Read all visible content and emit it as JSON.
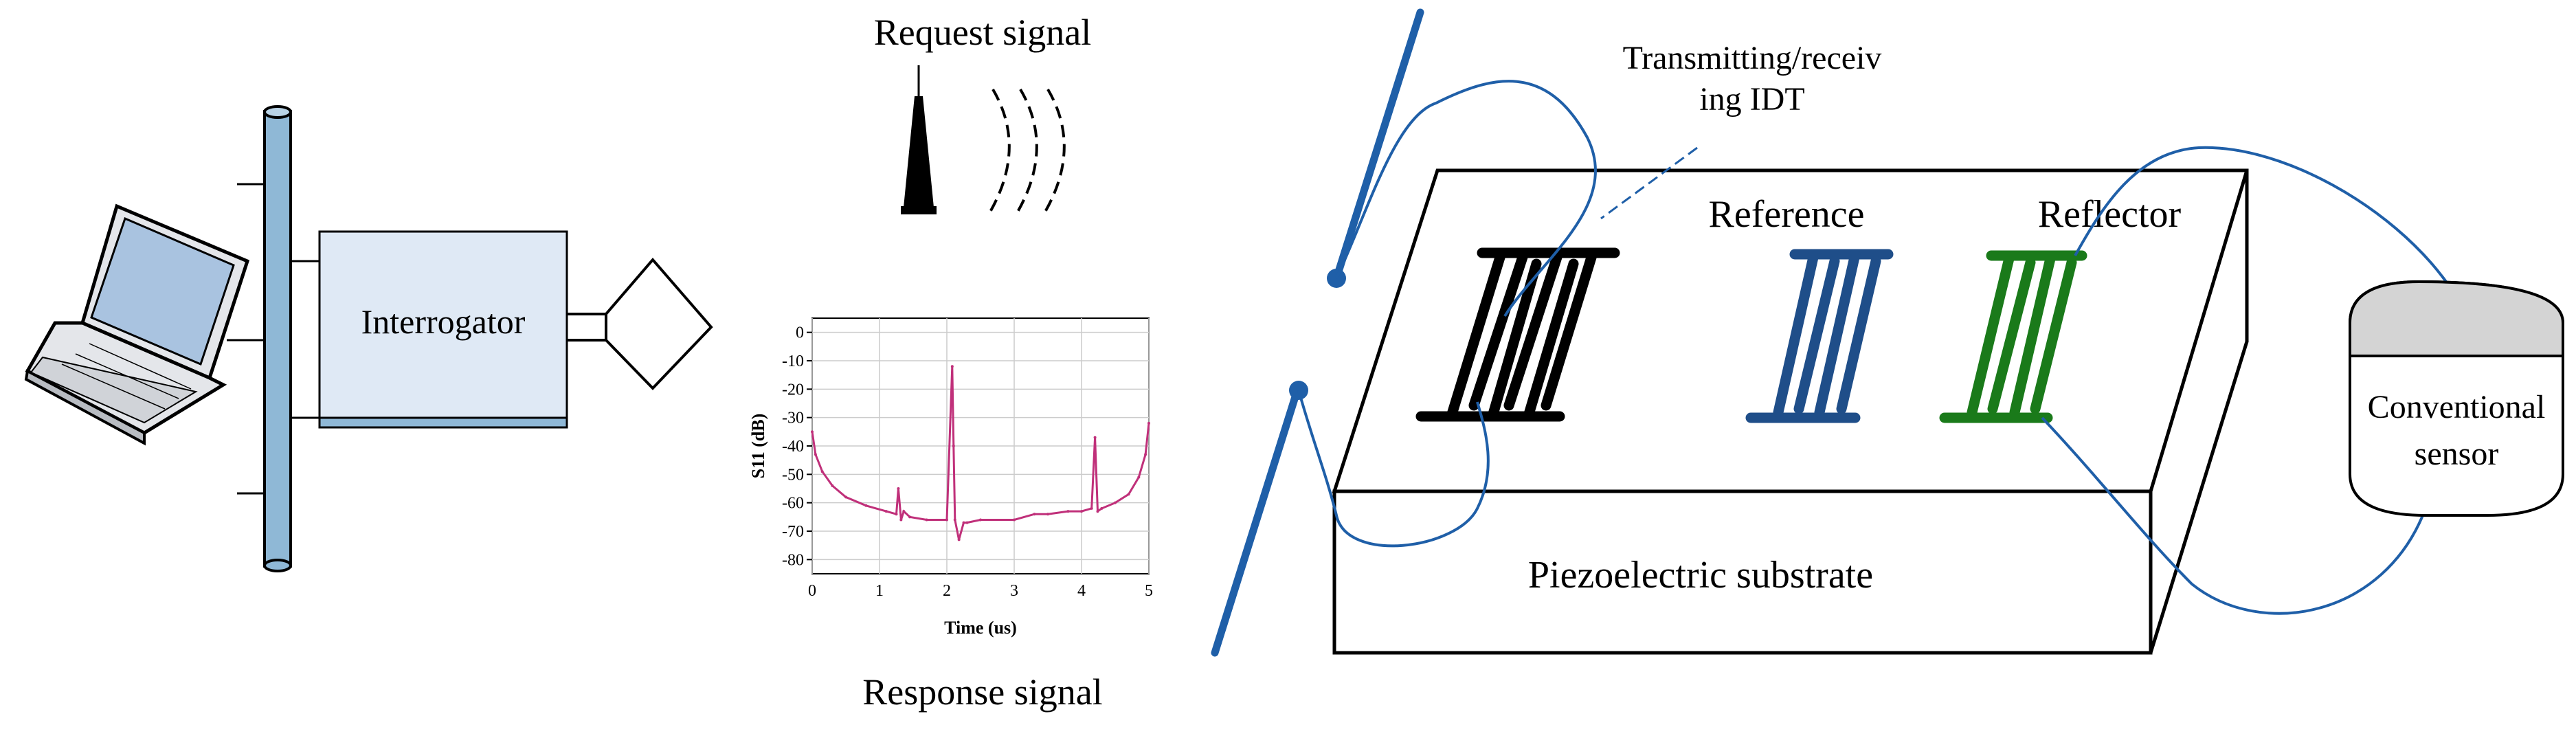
{
  "labels": {
    "interrogator": "Interrogator",
    "request_signal": "Request signal",
    "response_signal": "Response signal",
    "idt_line1": "Transmitting/receiv",
    "idt_line2": "ing IDT",
    "reference": "Reference",
    "reflector": "Reflector",
    "substrate": "Piezoelectric substrate",
    "sensor_line1": "Conventional",
    "sensor_line2": "sensor"
  },
  "colors": {
    "antenna_blue": "#1f5fa8",
    "reference_blue": "#1f4e89",
    "reflector_green": "#1a7a1a",
    "idt_black": "#000000",
    "pole_blue": "#8fb8d6",
    "trace": "#c0307a"
  },
  "chart_data": {
    "type": "line",
    "title": "",
    "xlabel": "Time (us)",
    "ylabel": "S11 (dB)",
    "xlim": [
      0,
      5
    ],
    "ylim": [
      -85,
      5
    ],
    "xticks": [
      0,
      1,
      2,
      3,
      4,
      5
    ],
    "yticks": [
      0,
      -10,
      -20,
      -30,
      -40,
      -50,
      -60,
      -70,
      -80
    ],
    "grid": true,
    "series": [
      {
        "x": [
          0.0,
          0.05,
          0.15,
          0.3,
          0.5,
          0.8,
          1.1,
          1.25,
          1.28,
          1.32,
          1.36,
          1.45,
          1.7,
          2.0,
          2.08,
          2.1,
          2.12,
          2.18,
          2.25,
          2.3,
          2.5,
          3.0,
          3.3,
          3.5,
          3.8,
          4.0,
          4.15,
          4.2,
          4.24,
          4.3,
          4.5,
          4.7,
          4.85,
          4.95,
          5.0
        ],
        "y": [
          -35,
          -43,
          -49,
          -54,
          -58,
          -61,
          -63,
          -64,
          -55,
          -66,
          -63,
          -65,
          -66,
          -66,
          -12,
          -40,
          -66,
          -73,
          -67,
          -67,
          -66,
          -66,
          -64,
          -64,
          -63,
          -63,
          -62,
          -37,
          -63,
          -62,
          -60,
          -57,
          -51,
          -43,
          -32
        ]
      }
    ]
  }
}
